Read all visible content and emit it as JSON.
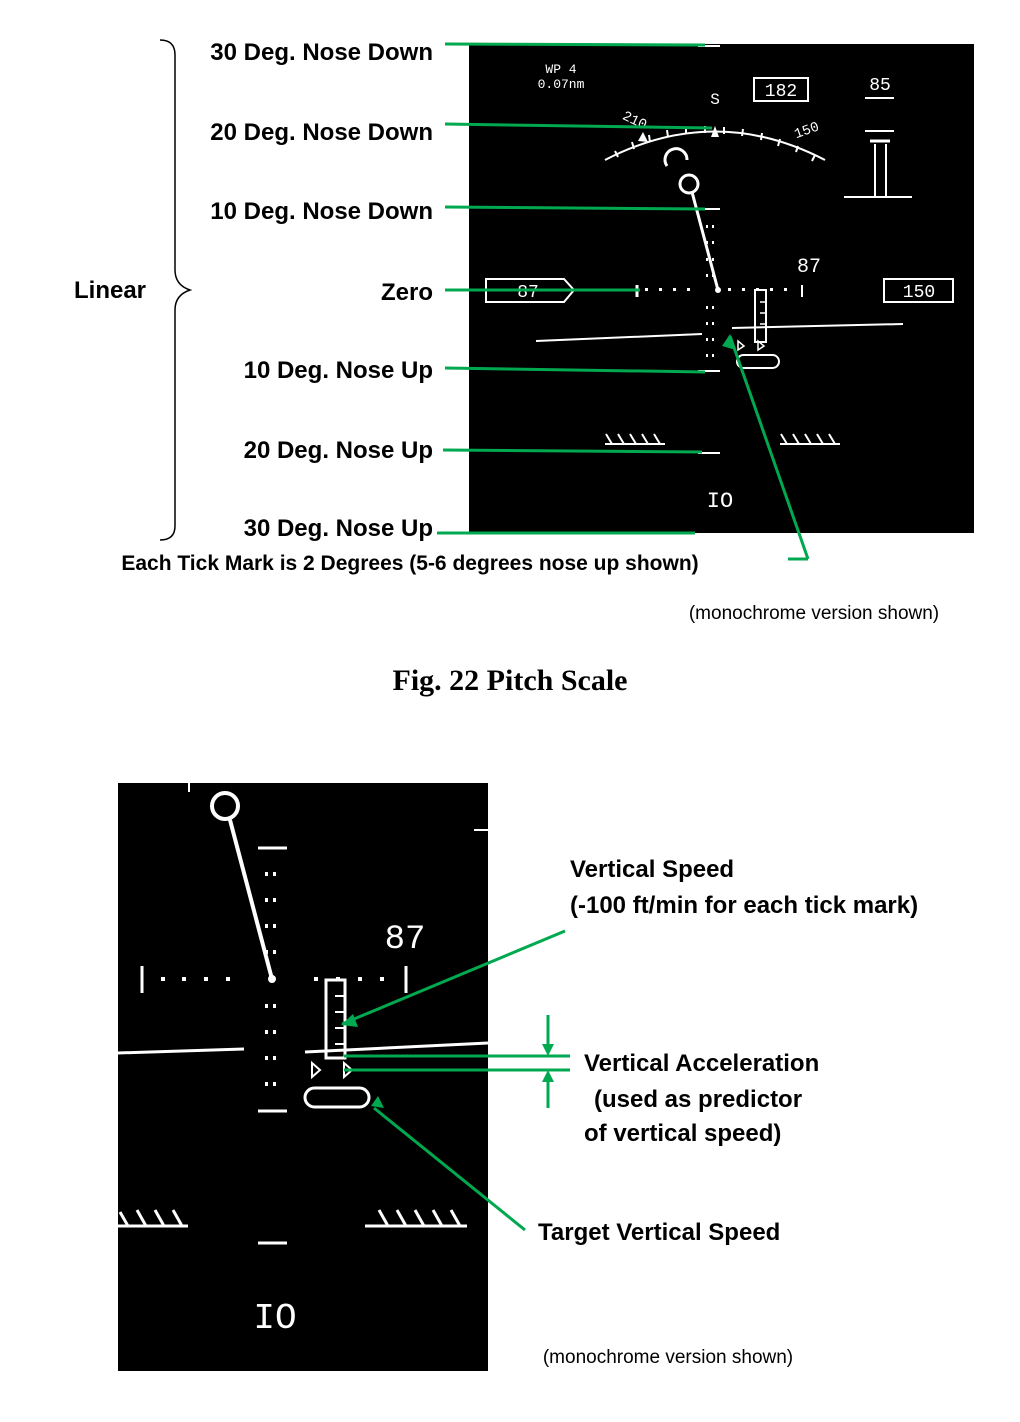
{
  "figure": {
    "caption": "Fig. 22 Pitch Scale",
    "note_top": "(monochrome version shown)",
    "note_bottom": "(monochrome version shown)",
    "brace_label": "Linear",
    "tick_note": "Each Tick Mark is 2 Degrees (5-6 degrees nose up shown)"
  },
  "pitch_labels": [
    "30 Deg. Nose Down",
    "20 Deg. Nose Down",
    "10 Deg. Nose Down",
    "Zero",
    "10 Deg. Nose Up",
    "20 Deg. Nose Up",
    "30 Deg. Nose Up"
  ],
  "hud": {
    "waypoint": "WP 4",
    "waypoint_dist": "0.07nm",
    "heading_box": "182",
    "heading_scale_labels": [
      "210",
      "S",
      "150"
    ],
    "altitude_value": "85",
    "speed_value": "87",
    "speed_tape_box": "87",
    "altitude_tape_box": "150",
    "throttle_marker": "IO"
  },
  "detail": {
    "speed_value": "87",
    "throttle_marker": "IO",
    "labels": {
      "vertical_speed_title": "Vertical Speed",
      "vertical_speed_detail": "(-100 ft/min for each tick mark)",
      "vertical_accel_1": "Vertical Acceleration",
      "vertical_accel_2": "(used as predictor",
      "vertical_accel_3": "of vertical speed)",
      "target_vs": "Target Vertical Speed"
    }
  },
  "colors": {
    "annotation_green": "#00a84f",
    "hud_background": "#000000",
    "hud_symbology": "#ffffff"
  }
}
